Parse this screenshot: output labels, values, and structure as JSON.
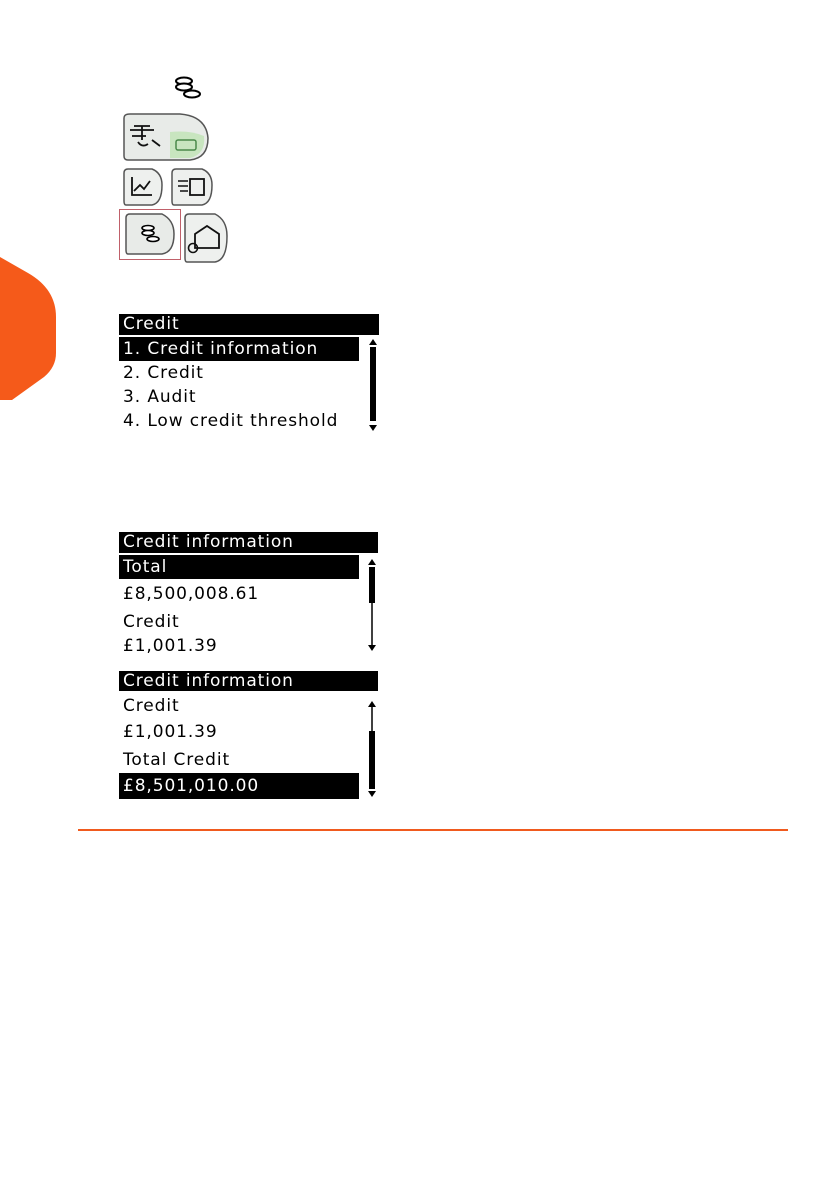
{
  "colors": {
    "accent": "#f05a1e",
    "screen_bg": "#000000",
    "screen_fg": "#ffffff"
  },
  "inline_icon": {
    "name": "coins-icon"
  },
  "keypad": {
    "keys": [
      {
        "name": "weighing-key-icon",
        "selected": false
      },
      {
        "name": "stats-key-icon",
        "selected": false
      },
      {
        "name": "mail-run-key-icon",
        "selected": false
      },
      {
        "name": "credit-key-icon",
        "selected": true
      },
      {
        "name": "settings-key-icon",
        "selected": false
      }
    ]
  },
  "screen_credit_menu": {
    "title": "Credit",
    "items": [
      {
        "label": "1. Credit information",
        "selected": true
      },
      {
        "label": "2. Credit",
        "selected": false
      },
      {
        "label": "3. Audit",
        "selected": false
      },
      {
        "label": "4. Low credit threshold",
        "selected": false
      }
    ]
  },
  "screen_credit_info_1": {
    "title": "Credit information",
    "rows": [
      {
        "text": "Total",
        "selected": true
      },
      {
        "text": "£8,500,008.61",
        "selected": false
      },
      {
        "text": "Credit",
        "selected": false
      },
      {
        "text": "£1,001.39",
        "selected": false
      }
    ]
  },
  "screen_credit_info_2": {
    "title": "Credit information",
    "rows": [
      {
        "text": "Credit",
        "selected": false
      },
      {
        "text": "£1,001.39",
        "selected": false
      },
      {
        "text": "Total Credit",
        "selected": false
      },
      {
        "text": "£8,501,010.00",
        "selected": true
      }
    ]
  }
}
